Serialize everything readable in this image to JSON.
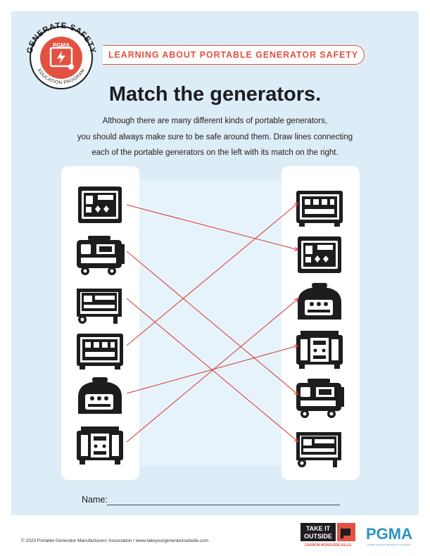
{
  "badge": {
    "arc_text": "GENERATE SAFETY",
    "logo": "PGMA",
    "bottom_text": "EDUCATION PROGRAM"
  },
  "header": {
    "banner": "LEARNING ABOUT PORTABLE GENERATOR SAFETY",
    "title": "Match the generators.",
    "intro_lines": [
      "Although there are many different kinds of portable generators,",
      "you should always make sure to be safe around them. Draw lines connecting",
      "each of the portable generators on the left with its match on the right."
    ]
  },
  "left_items": [
    {
      "icon": "open-frame-generator-icon"
    },
    {
      "icon": "wheeled-generator-icon"
    },
    {
      "icon": "framed-wheeled-generator-icon"
    },
    {
      "icon": "compact-framed-generator-icon"
    },
    {
      "icon": "inverter-generator-icon"
    },
    {
      "icon": "dual-panel-generator-icon"
    }
  ],
  "right_items": [
    {
      "icon": "compact-framed-generator-icon"
    },
    {
      "icon": "open-frame-generator-icon"
    },
    {
      "icon": "inverter-generator-icon"
    },
    {
      "icon": "dual-panel-generator-icon"
    },
    {
      "icon": "wheeled-generator-icon"
    },
    {
      "icon": "framed-wheeled-generator-icon"
    }
  ],
  "matches": [
    [
      0,
      1
    ],
    [
      1,
      4
    ],
    [
      2,
      5
    ],
    [
      3,
      0
    ],
    [
      4,
      3
    ],
    [
      5,
      2
    ]
  ],
  "colors": {
    "accent": "#e35241",
    "sheet_bg": "#dcedf8",
    "ink": "#1d1d1f",
    "line": "#d6342c"
  },
  "form": {
    "name_label": "Name:"
  },
  "footer": {
    "copyright": "© 2023 Portable Generator Manufacturers' Association / www.takeyourgeneratoroutside.com",
    "tio_line1": "TAKE IT",
    "tio_line2": "OUTSIDE",
    "tio_tag": "CARBON MONOXIDE KILLS",
    "pgma_logo": "PGMA",
    "pgma_tag": "Portable Generator Manufacturers' Association"
  }
}
